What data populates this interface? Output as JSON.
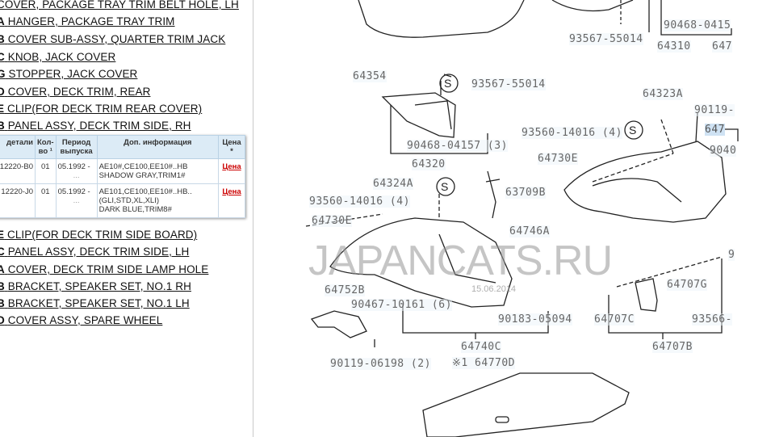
{
  "parts_list_top": [
    {
      "code": "",
      "name": "COVER, PACKAGE TRAY TRIM BELT HOLE, LH"
    },
    {
      "code": "A",
      "name": "HANGER, PACKAGE TRAY TRIM"
    },
    {
      "code": "B",
      "name": "COVER SUB-ASSY, QUARTER TRIM JACK"
    },
    {
      "code": "C",
      "name": "KNOB, JACK COVER"
    },
    {
      "code": "G",
      "name": "STOPPER, JACK COVER"
    },
    {
      "code": "D",
      "name": "COVER, DECK TRIM, REAR"
    },
    {
      "code": "E",
      "name": "CLIP(FOR DECK TRIM REAR COVER)"
    },
    {
      "code": "B",
      "name": "PANEL ASSY, DECK TRIM SIDE, RH"
    }
  ],
  "table": {
    "headers": [
      "детали",
      "Кол-во ¹",
      "Период выпуска",
      "Доп. информация",
      "Цена *"
    ],
    "rows": [
      {
        "part": "12220-B0",
        "qty": "01",
        "period": "05.1992 -",
        "period2": "...",
        "info": [
          "AE10#,CE100,EE10#..HB",
          "SHADOW GRAY,TRIM1#"
        ],
        "price": "Цена"
      },
      {
        "part": "12220-J0",
        "qty": "01",
        "period": "05.1992 -",
        "period2": "...",
        "info": [
          "AE101,CE100,EE10#..HB..",
          "(GLI,STD,XL,XLI)",
          "DARK BLUE,TRIM8#"
        ],
        "price": "Цена"
      }
    ]
  },
  "parts_list_bottom": [
    {
      "code": "E",
      "name": "CLIP(FOR DECK TRIM SIDE BOARD)"
    },
    {
      "code": "C",
      "name": "PANEL ASSY, DECK TRIM SIDE, LH"
    },
    {
      "code": "A",
      "name": "COVER, DECK TRIM SIDE LAMP HOLE"
    },
    {
      "code": "B",
      "name": "BRACKET, SPEAKER SET, NO.1 RH"
    },
    {
      "code": "B",
      "name": "BRACKET, SPEAKER SET, NO.1 LH"
    },
    {
      "code": "D",
      "name": "COVER ASSY, SPARE WHEEL"
    }
  ],
  "diagram": {
    "watermark": "JAPANCATS.RU",
    "date": "15.06.2014",
    "labels": [
      "93567-55014",
      "90468-0415",
      "64310",
      "647",
      "64354",
      "93567-55014",
      "64323A",
      "90119-",
      "647",
      "93560-14016 (4)",
      "90468-04157 (3)",
      "9040",
      "64730E",
      "64320",
      "64324A",
      "63709B",
      "93560-14016 (4)",
      "64730E",
      "64746A",
      "64752B",
      "90467-10161 (6)",
      "64707G",
      "64707C",
      "90183-05094",
      "93566-",
      "64740C",
      "64707B",
      "90119-06198 (2)",
      "※1 64770D",
      "9"
    ],
    "s_marker": "S"
  },
  "colors": {
    "link_price": "#cc0000",
    "table_header": "#dcebf6",
    "highlight": "#cfe2f3"
  }
}
